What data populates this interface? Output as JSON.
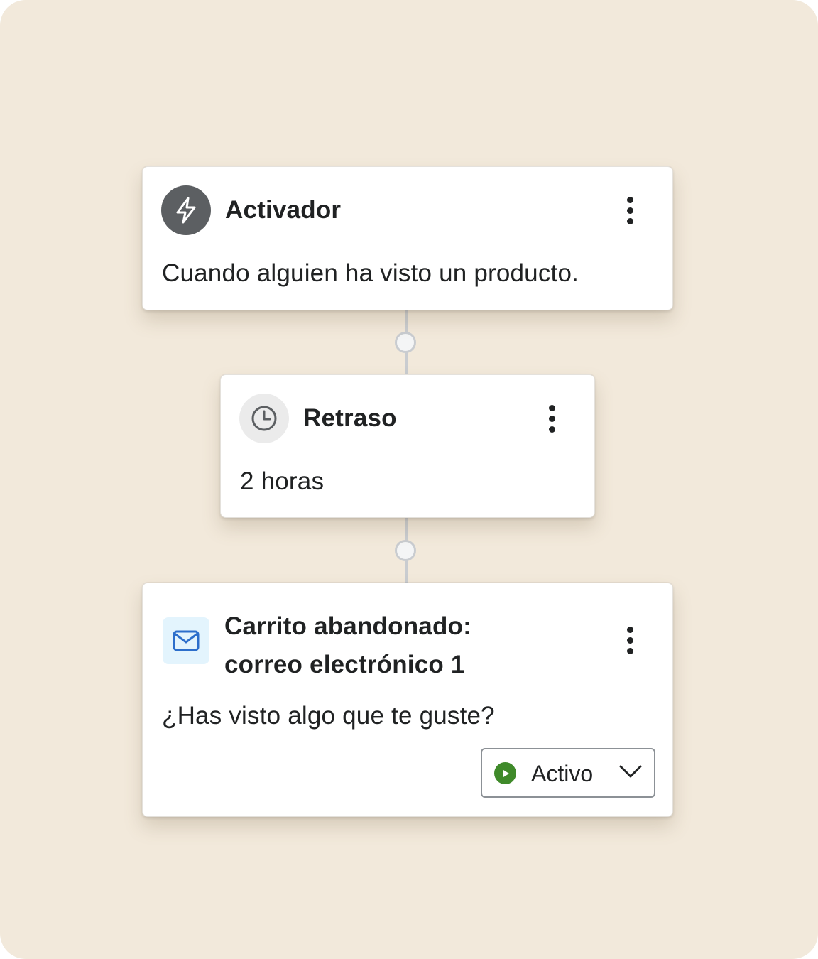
{
  "flow": {
    "trigger": {
      "title": "Activador",
      "description": "Cuando alguien ha visto un producto.",
      "icon": "lightning-bolt-icon",
      "icon_bg": "#5c5f62"
    },
    "delay": {
      "title": "Retraso",
      "description": "2 horas",
      "icon": "clock-icon",
      "icon_bg": "#ebebeb"
    },
    "email": {
      "title_line1": "Carrito abandonado:",
      "title_line2": "correo electrónico 1",
      "description": "¿Has visto algo que te guste?",
      "icon": "envelope-icon",
      "icon_bg": "#e3f4fd",
      "icon_color": "#2c6ecb",
      "status": {
        "selected": "Activo",
        "status_color": "#3f8a2a"
      }
    }
  },
  "theme": {
    "background": "#f2e9db",
    "card": "#ffffff",
    "connector": "#c9ccd0",
    "text": "#202223"
  }
}
